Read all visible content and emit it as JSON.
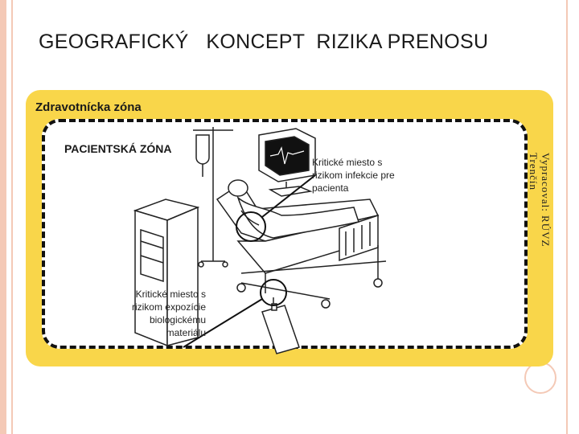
{
  "title": "GEOGRAFICKÝ   KONCEPT  RIZIKA PRENOSU",
  "zone_label": "Zdravotnícka zóna",
  "patient_zone_label": "PACIENTSKÁ ZÓNA",
  "callout_patient": "Kritické miesto s rizikom infekcie pre pacienta",
  "callout_exposure": "Kritické miesto s rizikom expozície biologickému materiálu",
  "credit_line1": "Vypracoval:  RÚVZ",
  "credit_line2": "Trenčín",
  "colors": {
    "zone": "#f9d64a",
    "border": "#111111",
    "accent": "#f4c9b6"
  },
  "icons": [
    "monitor-icon",
    "iv-stand-icon",
    "bed-icon",
    "patient-icon",
    "cabinet-icon",
    "urine-bag-icon"
  ]
}
